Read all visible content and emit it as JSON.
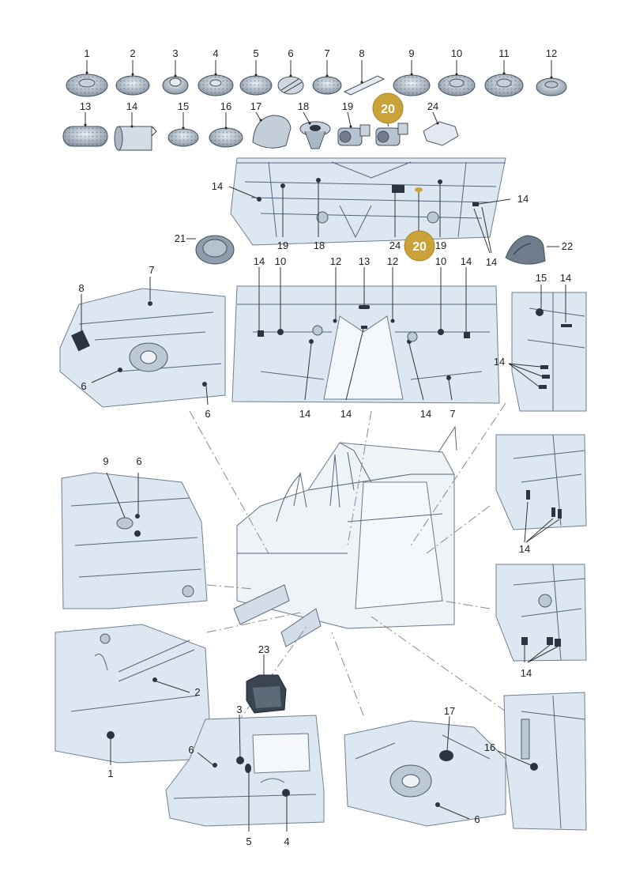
{
  "diagram": {
    "highlight_color": "#c9a23a",
    "panel_color": "#dde7f1",
    "parts_row1": [
      "1",
      "2",
      "3",
      "4",
      "5",
      "6",
      "7",
      "8",
      "9",
      "10",
      "11",
      "12"
    ],
    "parts_row2": [
      "13",
      "14",
      "15",
      "16",
      "17",
      "18",
      "19",
      "20",
      "24"
    ],
    "callouts": {
      "c14": "14",
      "c19": "19",
      "c18": "18",
      "c24": "24",
      "c20": "20",
      "c21": "21",
      "c22": "22",
      "c7": "7",
      "c8": "8",
      "c6": "6",
      "c10": "10",
      "c12": "12",
      "c13": "13",
      "c15": "15",
      "c9": "9",
      "c2": "2",
      "c1": "1",
      "c23": "23",
      "c3": "3",
      "c4": "4",
      "c5": "5",
      "c16": "16",
      "c17": "17"
    }
  }
}
